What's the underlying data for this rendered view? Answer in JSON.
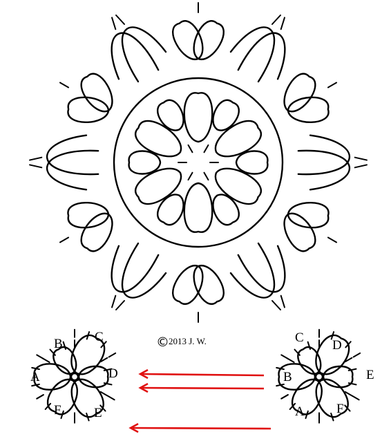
{
  "copyright": {
    "symbol": "©",
    "text": "2013 J. W."
  },
  "left_motif": {
    "ring_labels": [
      "A",
      "B",
      "C",
      "D",
      "E",
      "F"
    ]
  },
  "right_motif": {
    "ring_labels": [
      "A",
      "B",
      "C",
      "D",
      "E",
      "F"
    ]
  },
  "colors": {
    "line": "#000000",
    "arrow": "#e01010",
    "background": "#ffffff"
  }
}
